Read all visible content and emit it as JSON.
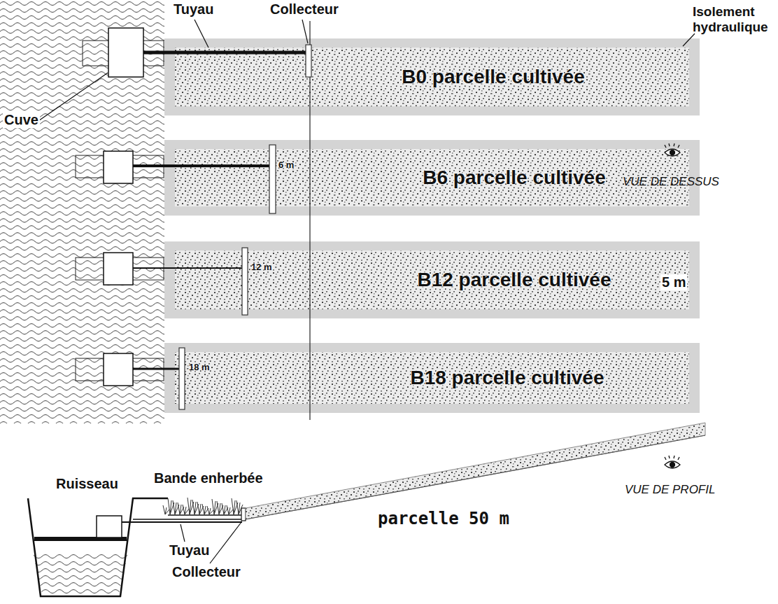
{
  "diagram": {
    "nodes": [
      {
        "text": [
          "B0 parcelle cultivée"
        ]
      },
      {
        "text": [
          "B6 parcelle cultivée"
        ]
      },
      {
        "text": [
          "B12 parcelle cultivée"
        ]
      },
      {
        "text": [
          "B18 parcelle cultivée"
        ]
      }
    ],
    "labels": [
      "Tuyau",
      "Collecteur",
      "Isolement hydraulique",
      "Cuve",
      "6 m",
      "12 m",
      "18 m",
      "VUE DE DESSUS",
      "5 m",
      "Ruisseau",
      "Bande enherbée",
      "Tuyau",
      "Collecteur",
      "VUE DE PROFIL",
      "parcelle 50 m"
    ]
  }
}
